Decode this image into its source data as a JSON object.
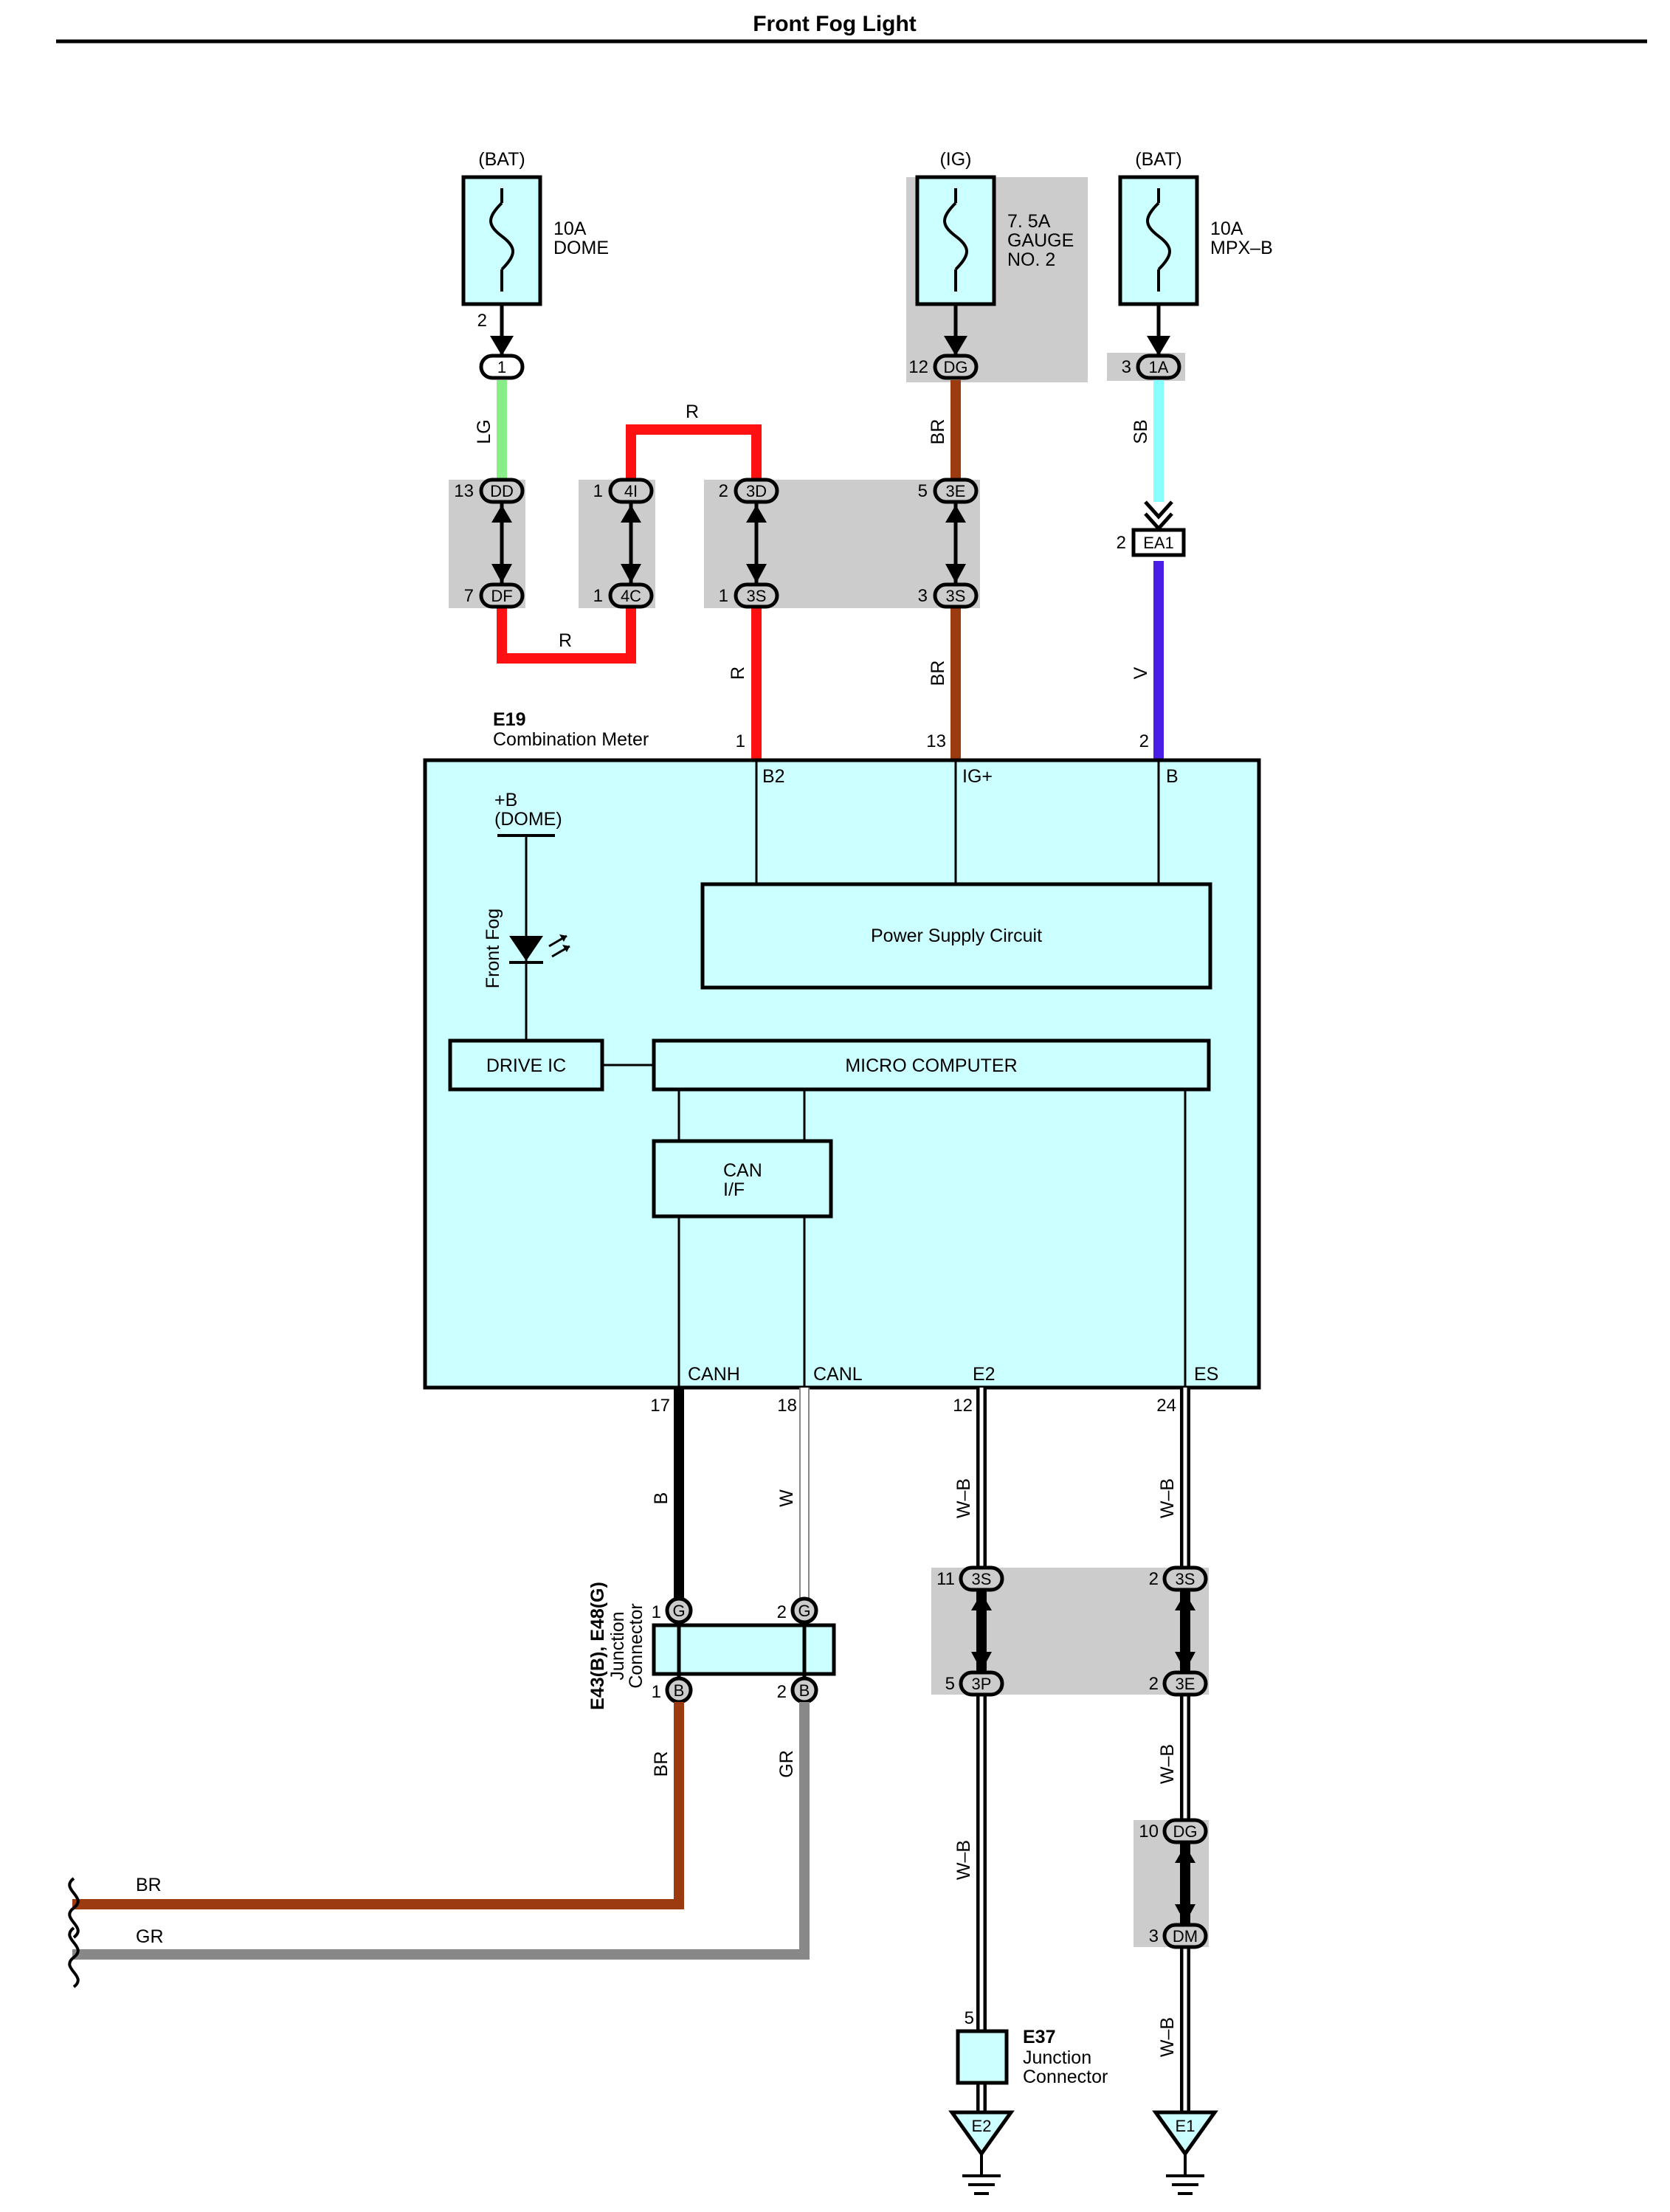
{
  "title": "Front Fog Light",
  "fuses": [
    {
      "source": "(BAT)",
      "rating": "10A",
      "name": "DOME",
      "name2": "",
      "out_pin": "2"
    },
    {
      "source": "(IG)",
      "rating": "7. 5A",
      "name": "GAUGE",
      "name2": "NO. 2",
      "out_pin": "12"
    },
    {
      "source": "(BAT)",
      "rating": "10A",
      "name": "MPX–B",
      "name2": "",
      "out_pin": "3"
    }
  ],
  "connectors": {
    "c1": "1",
    "c12": "DG",
    "c3": "1A",
    "dd_pin": "13",
    "dd": "DD",
    "df_pin": "7",
    "df": "DF",
    "i4_pin": "1",
    "i4": "4I",
    "c4_pin": "1",
    "c4": "4C",
    "d3_pin": "2",
    "d3": "3D",
    "s3a_pin": "1",
    "s3a": "3S",
    "e3_pin": "5",
    "e3": "3E",
    "s3b_pin": "3",
    "s3b": "3S",
    "ea1_pin": "2",
    "ea1": "EA1",
    "s3c_pin": "11",
    "s3c": "3S",
    "p3_pin": "5",
    "p3": "3P",
    "s3d_pin": "2",
    "s3d": "3S",
    "e3b_pin": "2",
    "e3b": "3E",
    "dg2_pin": "10",
    "dg2": "DG",
    "dm_pin": "3",
    "dm": "DM"
  },
  "wires": {
    "lg": "LG",
    "r_top": "R",
    "r_bottom": "R",
    "r_vert": "R",
    "br_top": "BR",
    "br_mid": "BR",
    "sb": "SB",
    "v": "V",
    "b": "B",
    "w": "W",
    "wb1": "W–B",
    "wb2": "W–B",
    "wb3": "W–B",
    "wb4": "W–B",
    "wb5": "W–B",
    "br_low": "BR",
    "gr_low": "GR",
    "br_h": "BR",
    "gr_h": "GR"
  },
  "meter": {
    "code": "E19",
    "name": "Combination Meter",
    "pins_top": [
      {
        "num": "1",
        "label": "B2"
      },
      {
        "num": "13",
        "label": "IG+"
      },
      {
        "num": "2",
        "label": "B"
      }
    ],
    "pins_bottom": [
      {
        "num": "17",
        "label": "CANH"
      },
      {
        "num": "18",
        "label": "CANL"
      },
      {
        "num": "12",
        "label": "E2"
      },
      {
        "num": "24",
        "label": "ES"
      }
    ],
    "plus_b": "+B",
    "plus_b_src": "(DOME)",
    "lamp": "Front Fog",
    "power_supply": "Power Supply Circuit",
    "micro": "MICRO COMPUTER",
    "drive_ic": "DRIVE IC",
    "can_if_1": "CAN",
    "can_if_2": "I/F"
  },
  "junction": {
    "code": "E43(B), E48(G)",
    "name1": "Junction",
    "name2": "Connector",
    "g1_pin": "1",
    "g1": "G",
    "g2_pin": "2",
    "g2": "G",
    "b1_pin": "1",
    "b1": "B",
    "b2_pin": "2",
    "b2": "B"
  },
  "e37": {
    "code": "E37",
    "name1": "Junction",
    "name2": "Connector",
    "pin": "5"
  },
  "grounds": {
    "g1": "E2",
    "g2": "E1"
  },
  "colors": {
    "lg": "#88ee88",
    "red": "#ff1111",
    "brown": "#9c3a10",
    "sb": "#88ffff",
    "violet": "#4a1ee6",
    "black": "#000000",
    "gray": "#888888",
    "box_fill": "#ccffff",
    "shade": "#cccccc"
  }
}
